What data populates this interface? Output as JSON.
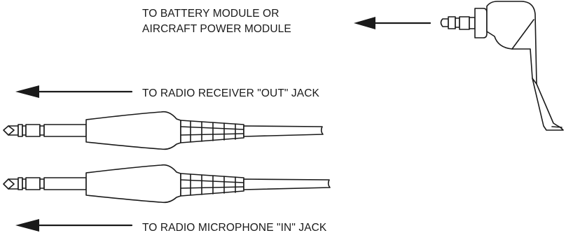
{
  "labels": {
    "battery_line1": "TO BATTERY MODULE OR",
    "battery_line2": "AIRCRAFT POWER MODULE",
    "receiver": "TO RADIO RECEIVER \"OUT\" JACK",
    "microphone": "TO RADIO MICROPHONE \"IN\" JACK"
  }
}
